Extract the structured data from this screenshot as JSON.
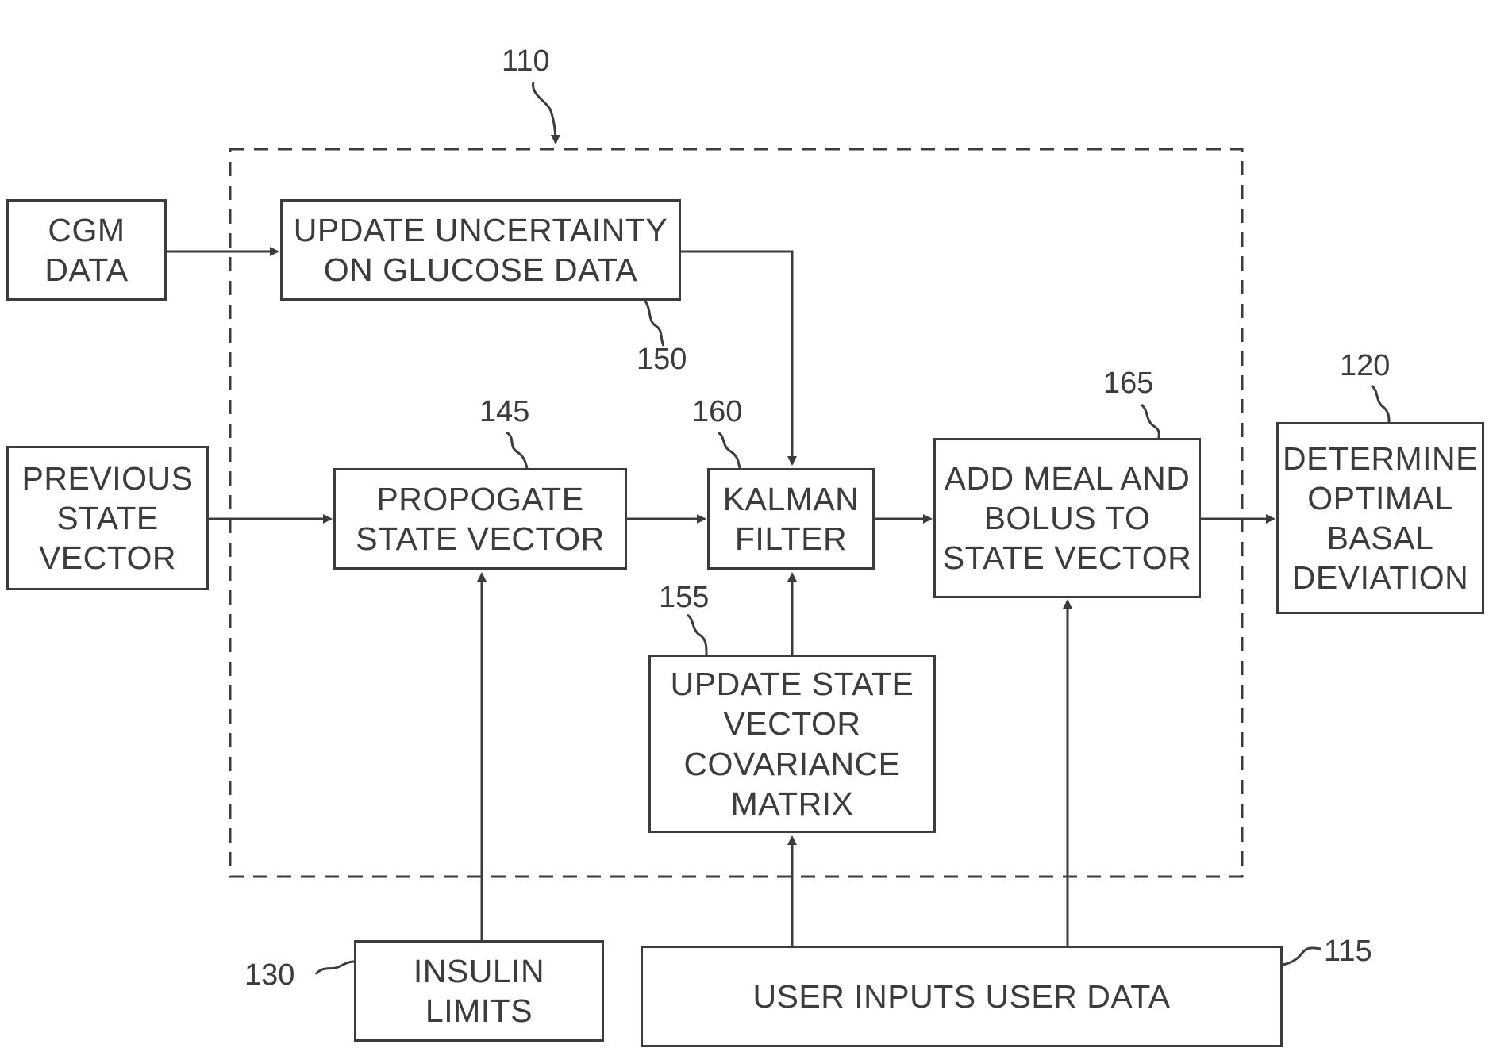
{
  "diagram": {
    "boxes": {
      "cgm": "CGM\nDATA",
      "update_uncertainty": "UPDATE UNCERTAINTY\nON GLUCOSE DATA",
      "previous_state": "PREVIOUS\nSTATE\nVECTOR",
      "propagate": "PROPOGATE\nSTATE VECTOR",
      "kalman": "KALMAN\nFILTER",
      "add_meal": "ADD MEAL AND\nBOLUS TO\nSTATE VECTOR",
      "determine": "DETERMINE\nOPTIMAL\nBASAL\nDEVIATION",
      "covariance": "UPDATE STATE\nVECTOR\nCOVARIANCE\nMATRIX",
      "insulin": "INSULIN\nLIMITS",
      "user_inputs": "USER INPUTS USER DATA"
    },
    "refs": {
      "r110": "110",
      "r150": "150",
      "r145": "145",
      "r160": "160",
      "r165": "165",
      "r120": "120",
      "r155": "155",
      "r130": "130",
      "r115": "115"
    },
    "colors": {
      "line": "#3c3c3c",
      "background": "#ffffff"
    }
  }
}
